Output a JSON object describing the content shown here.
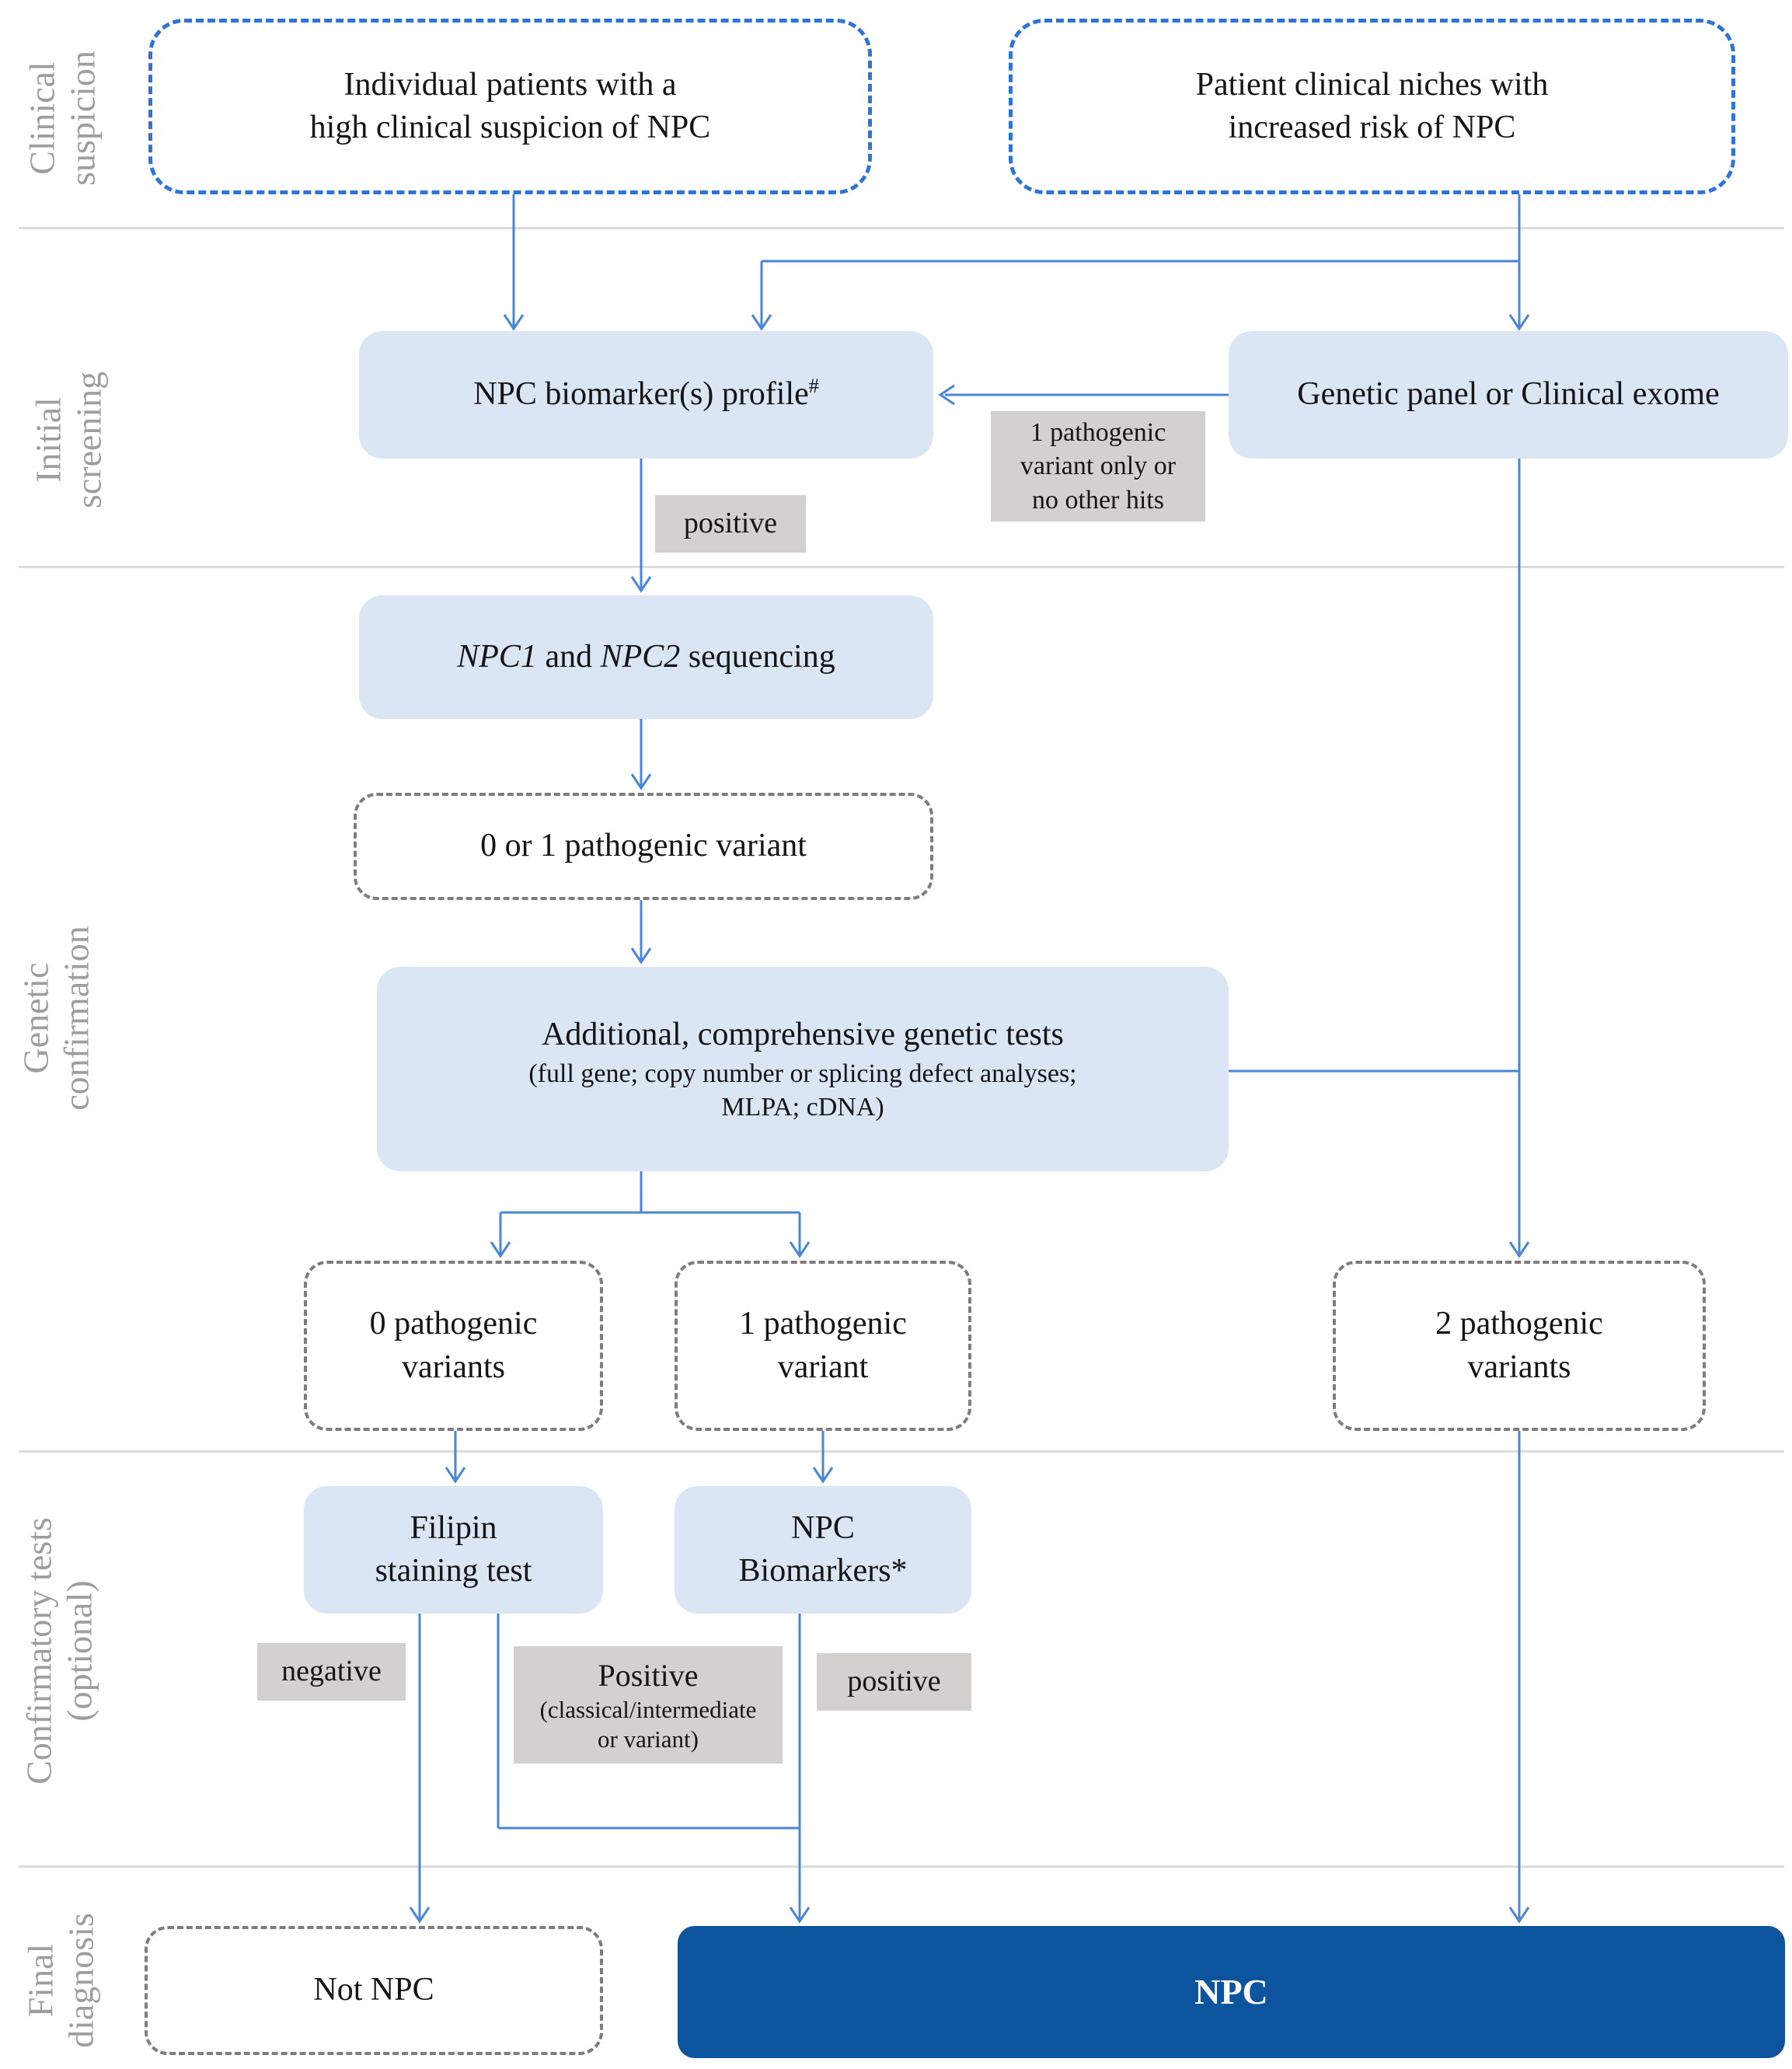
{
  "colors": {
    "box_fill_light_blue": "#dbe6f4",
    "box_fill_dark_blue": "#0d549e",
    "dashed_blue_border": "#2e74d8",
    "arrow_blue": "#4a86d8",
    "gray_label_fill": "#d3d1ce",
    "gray_dashed_border": "#7d7d7d",
    "section_label_gray": "#9e9e9e",
    "divider_gray": "#dcdcdc"
  },
  "section_labels": [
    {
      "line1": "Clinical",
      "line2": "suspicion"
    },
    {
      "line1": "Initial",
      "line2": "screening"
    },
    {
      "line1": "Genetic",
      "line2": "confirmation"
    },
    {
      "line1": "Confirmatory tests",
      "line2": "(optional)"
    },
    {
      "line1": "Final",
      "line2": "diagnosis"
    }
  ],
  "nodes": {
    "individual_patients": {
      "line1": "Individual patients with a",
      "line2": "high clinical suspicion of NPC"
    },
    "patient_niches": {
      "line1": "Patient clinical niches with",
      "line2": "increased risk of NPC"
    },
    "biomarker_profile": {
      "text": "NPC biomarker(s) profile",
      "sup": "#"
    },
    "genetic_panel": {
      "text": "Genetic panel or Clinical exome"
    },
    "sequencing": {
      "gene1": "NPC1",
      "mid": " and ",
      "gene2": "NPC2",
      "tail": " sequencing"
    },
    "zero_or_one_variant": {
      "text": "0 or 1 pathogenic variant"
    },
    "additional_tests": {
      "line1": "Additional, comprehensive genetic tests",
      "line2": "(full gene; copy number or splicing defect analyses;",
      "line3": "MLPA; cDNA)"
    },
    "zero_variants": {
      "line1": "0 pathogenic",
      "line2": "variants"
    },
    "one_variant": {
      "line1": "1 pathogenic",
      "line2": "variant"
    },
    "two_variants": {
      "line1": "2 pathogenic",
      "line2": "variants"
    },
    "filipin_test": {
      "line1": "Filipin",
      "line2": "staining test"
    },
    "npc_biomarkers": {
      "line1": "NPC",
      "line2": "Biomarkers*"
    },
    "not_npc": {
      "text": "Not NPC"
    },
    "npc_final": {
      "text": "NPC"
    }
  },
  "edge_labels": {
    "one_pathogenic_hint": {
      "line1": "1 pathogenic",
      "line2": "variant only or",
      "line3": "no other hits"
    },
    "biomarker_positive": {
      "text": "positive"
    },
    "filipin_negative": {
      "text": "negative"
    },
    "filipin_positive": {
      "line1": "Positive",
      "line2": "(classical/intermediate",
      "line3": "or variant)"
    },
    "npc_biomarkers_positive": {
      "text": "positive"
    }
  }
}
